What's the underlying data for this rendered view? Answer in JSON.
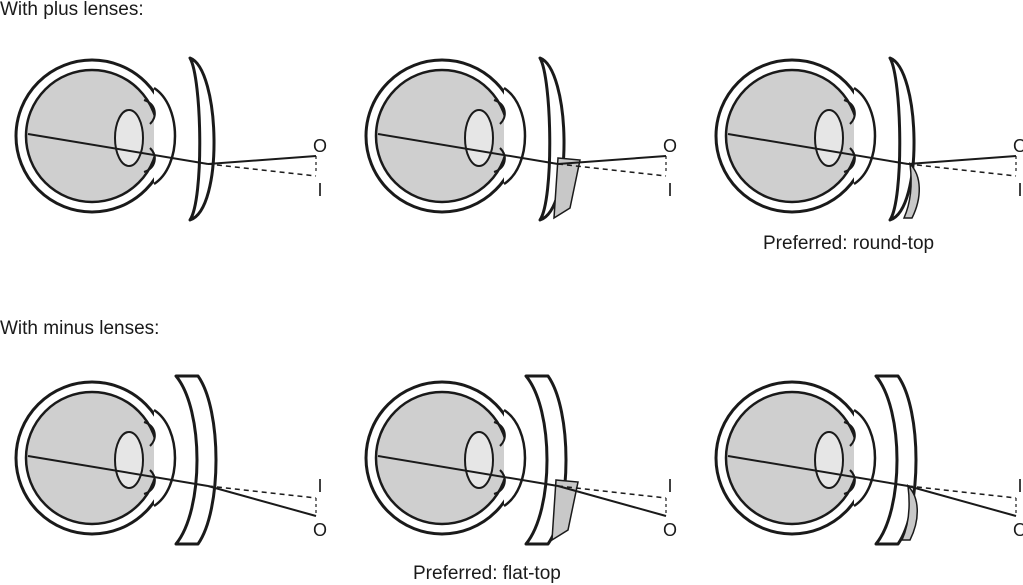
{
  "plus_section": {
    "heading": "With plus lenses:",
    "caption": "Preferred: round-top",
    "object_label": "O",
    "image_label": "I",
    "panels": [
      {
        "segment": "none"
      },
      {
        "segment": "flat-top"
      },
      {
        "segment": "round-top"
      }
    ]
  },
  "minus_section": {
    "heading": "With minus lenses:",
    "caption": "Preferred: flat-top",
    "object_label": "O",
    "image_label": "I",
    "panels": [
      {
        "segment": "none"
      },
      {
        "segment": "flat-top"
      },
      {
        "segment": "round-top"
      }
    ]
  },
  "colors": {
    "line": "#1a1a1a",
    "eye_fill": "#cfcfcf",
    "lens_fill": "#ffffff",
    "segment_fill": "#c8c8c8",
    "crystalline_fill": "#e6e6e6"
  }
}
